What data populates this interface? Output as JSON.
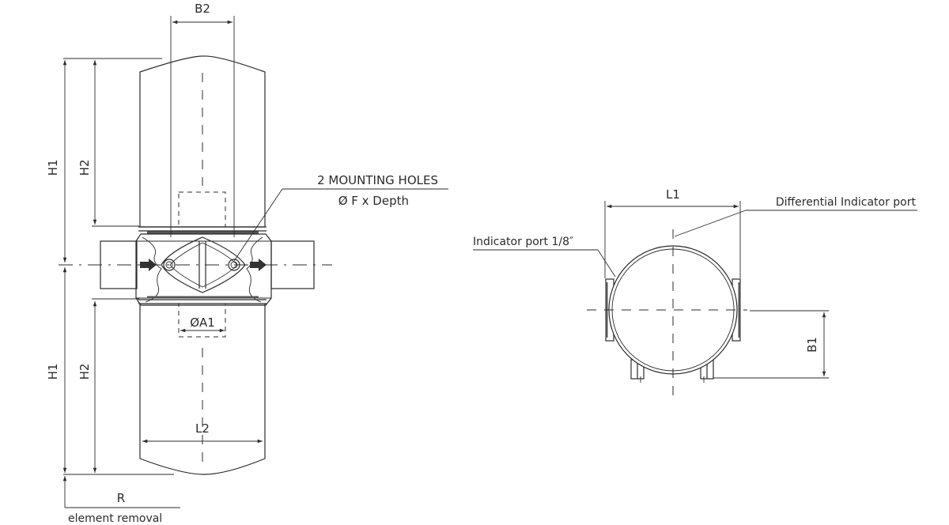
{
  "drawing": {
    "title": "Filter housing dimensional drawing",
    "side_view": {
      "dimensions": {
        "b2": "B2",
        "h1_top": "H1",
        "h2_top": "H2",
        "h1_bottom": "H1",
        "h2_bottom": "H2",
        "a1": "ØA1",
        "l2": "L2",
        "r": "R"
      },
      "callouts": {
        "mounting_holes_line1": "2 MOUNTING HOLES",
        "mounting_holes_line2": "Ø F x Depth",
        "element_removal": "element removal"
      }
    },
    "top_view": {
      "dimensions": {
        "l1": "L1",
        "b1": "B1"
      },
      "callouts": {
        "differential_indicator_port": "Differential Indicator port",
        "indicator_port": "Indicator port 1/8″"
      }
    },
    "colors": {
      "line": "#2b2b2b",
      "background": "#ffffff"
    }
  }
}
